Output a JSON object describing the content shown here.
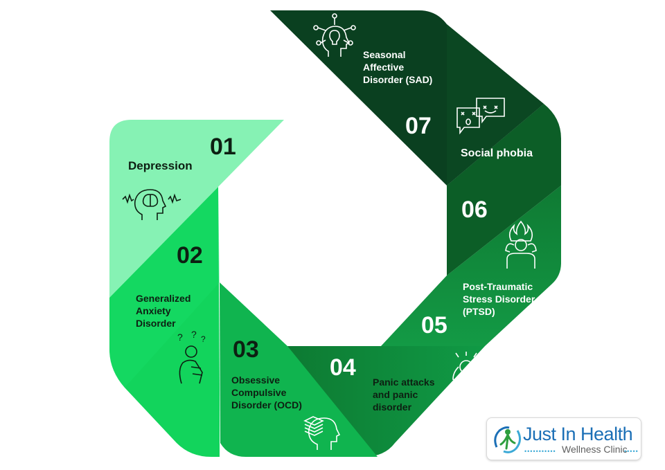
{
  "segments": [
    {
      "number": "01",
      "label": "Depression",
      "icon": "head-brain-waves-icon",
      "color": "#86f2b4"
    },
    {
      "number": "02",
      "label": "Generalized\nAnxiety\nDisorder",
      "icon": "anxious-person-icon",
      "color": "#12d45c"
    },
    {
      "number": "03",
      "label": "Obsessive\nCompulsive\nDisorder (OCD)",
      "icon": "head-layers-icon",
      "color": "#10b44f"
    },
    {
      "number": "04",
      "label": "Panic attacks\nand panic\ndisorder",
      "icon": "panic-person-icon",
      "color": "#0e8a3a"
    },
    {
      "number": "05",
      "label": "Post-Traumatic\nStress Disorder\n(PTSD)",
      "icon": "person-flame-icon",
      "color": "#107a34"
    },
    {
      "number": "06",
      "label": "Social phobia",
      "icon": "chat-bubbles-icon",
      "color": "#0c5e27"
    },
    {
      "number": "07",
      "label": "Seasonal\nAffective\nDisorder (SAD)",
      "icon": "head-lightbulb-icon",
      "color": "#0a4020"
    }
  ],
  "logo": {
    "brand": "Just In Health",
    "subtitle": "Wellness Clinic",
    "accent": "#1b6fb6"
  }
}
